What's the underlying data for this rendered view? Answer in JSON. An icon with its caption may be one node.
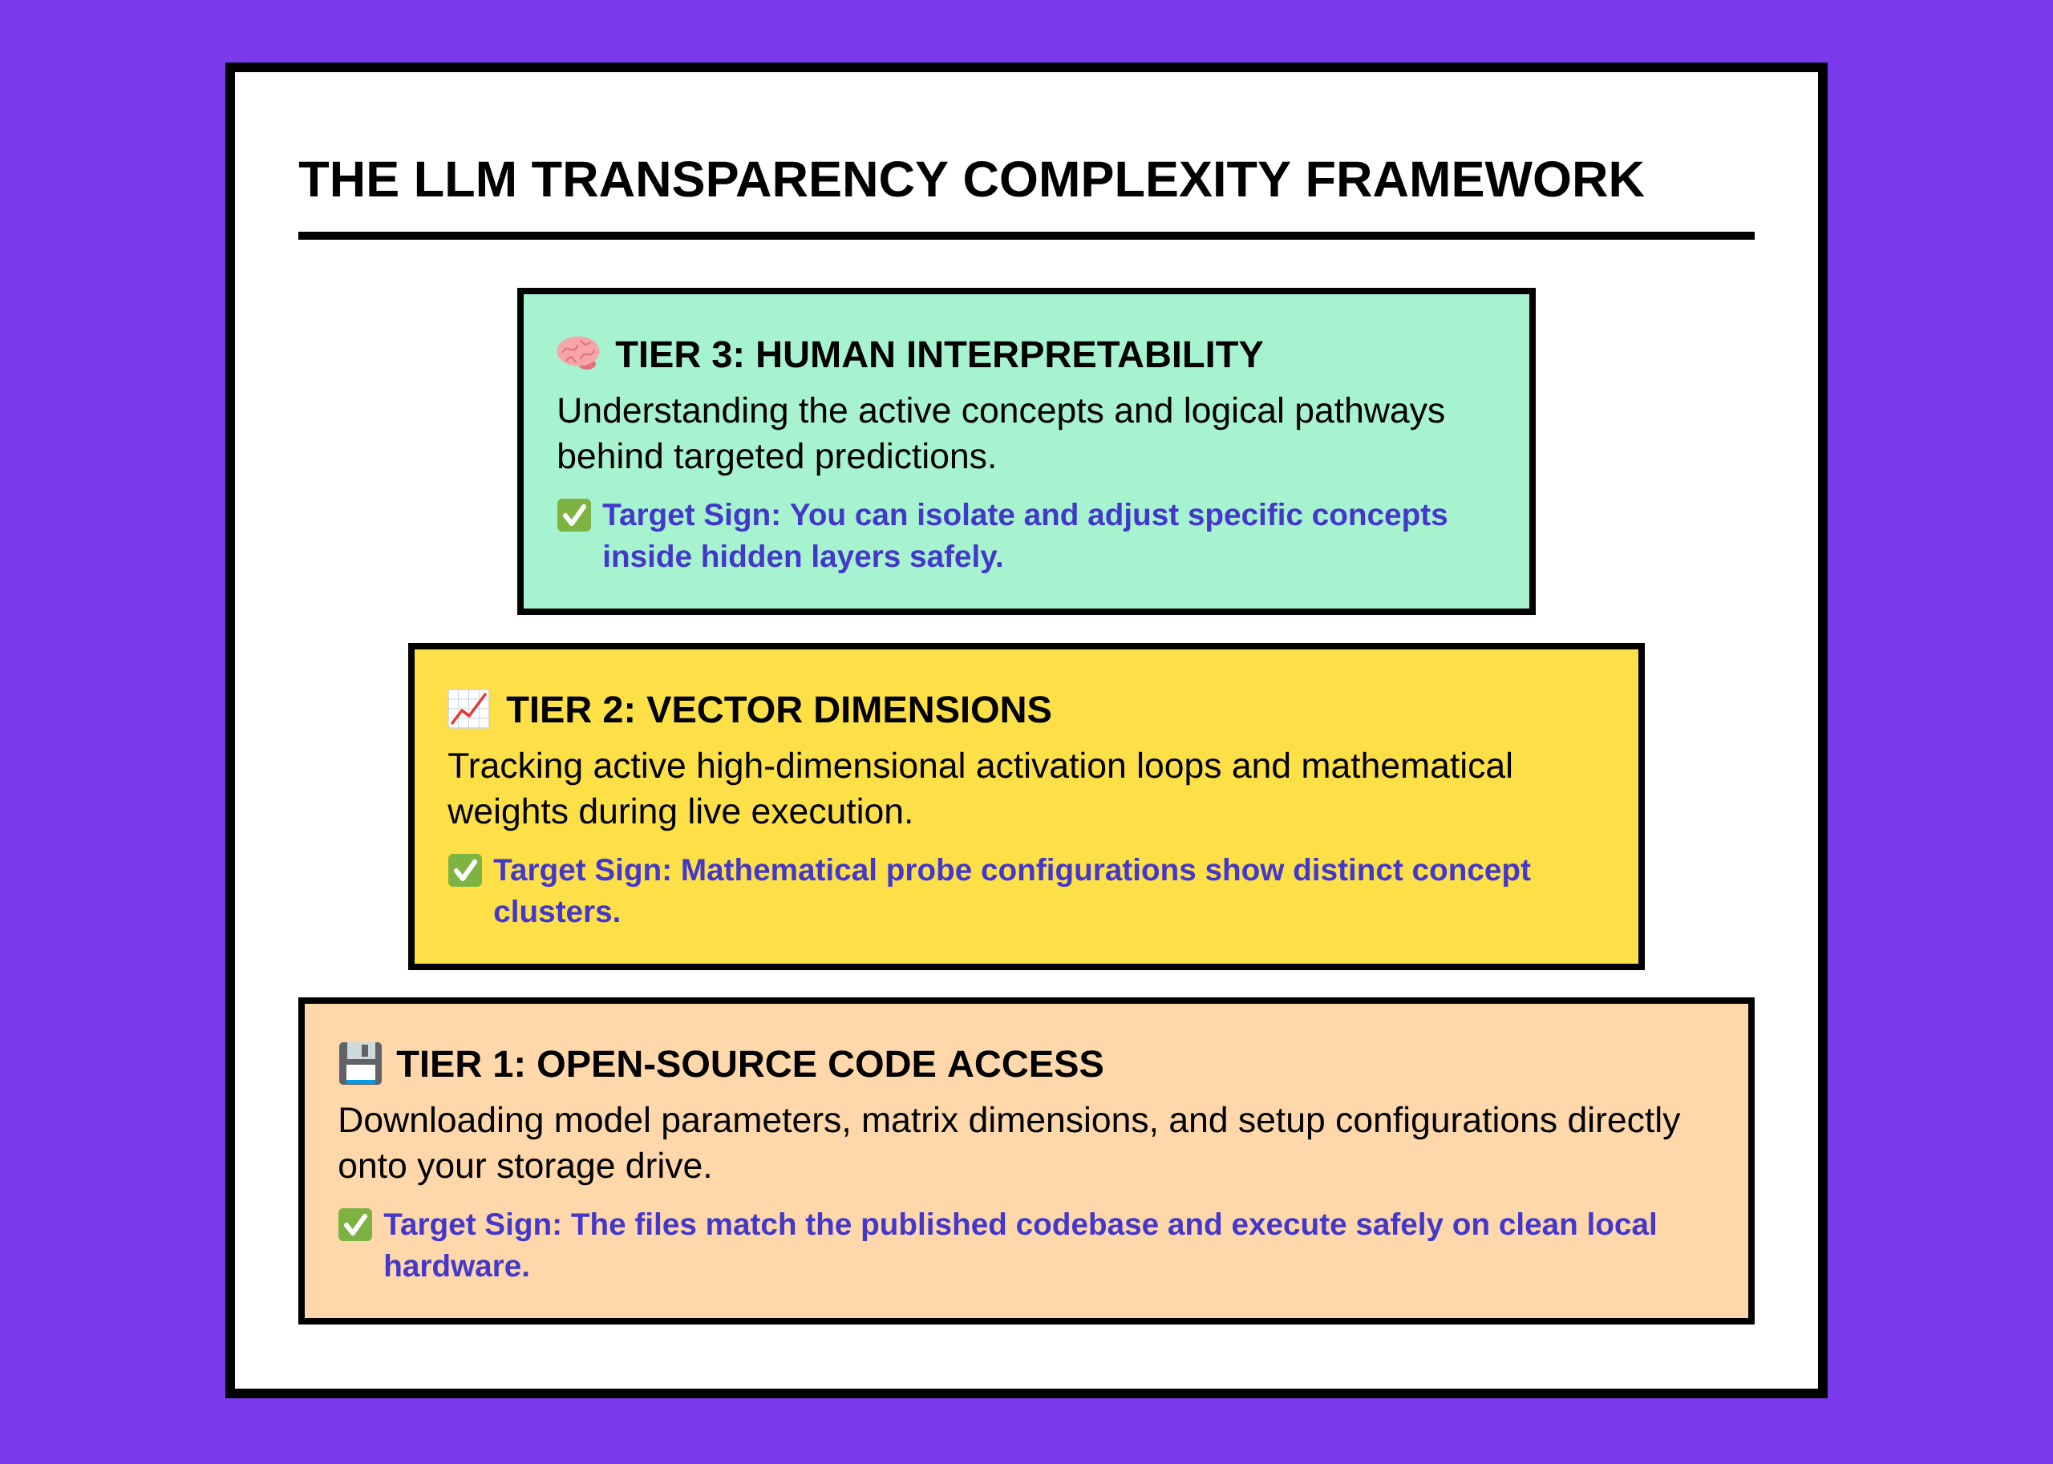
{
  "diagram": {
    "title": "THE LLM TRANSPARENCY COMPLEXITY FRAMEWORK",
    "nodes": [
      {
        "text": [
          "TIER 3: HUMAN INTERPRETABILITY",
          "Understanding the active concepts and logical pathways behind targeted predictions.",
          "Target Sign: You can isolate and adjust specific concepts inside hidden layers safely."
        ]
      },
      {
        "text": [
          "TIER 2: VECTOR DIMENSIONS",
          "Tracking active high-dimensional activation loops and mathematical weights during live execution.",
          "Target Sign: Mathematical probe configurations show distinct concept clusters."
        ]
      },
      {
        "text": [
          "TIER 1: OPEN-SOURCE CODE ACCESS",
          "Downloading model parameters, matrix dimensions, and setup configurations directly onto your storage drive.",
          "Target Sign: The files match the published codebase and execute safely on clean local hardware."
        ]
      }
    ]
  }
}
